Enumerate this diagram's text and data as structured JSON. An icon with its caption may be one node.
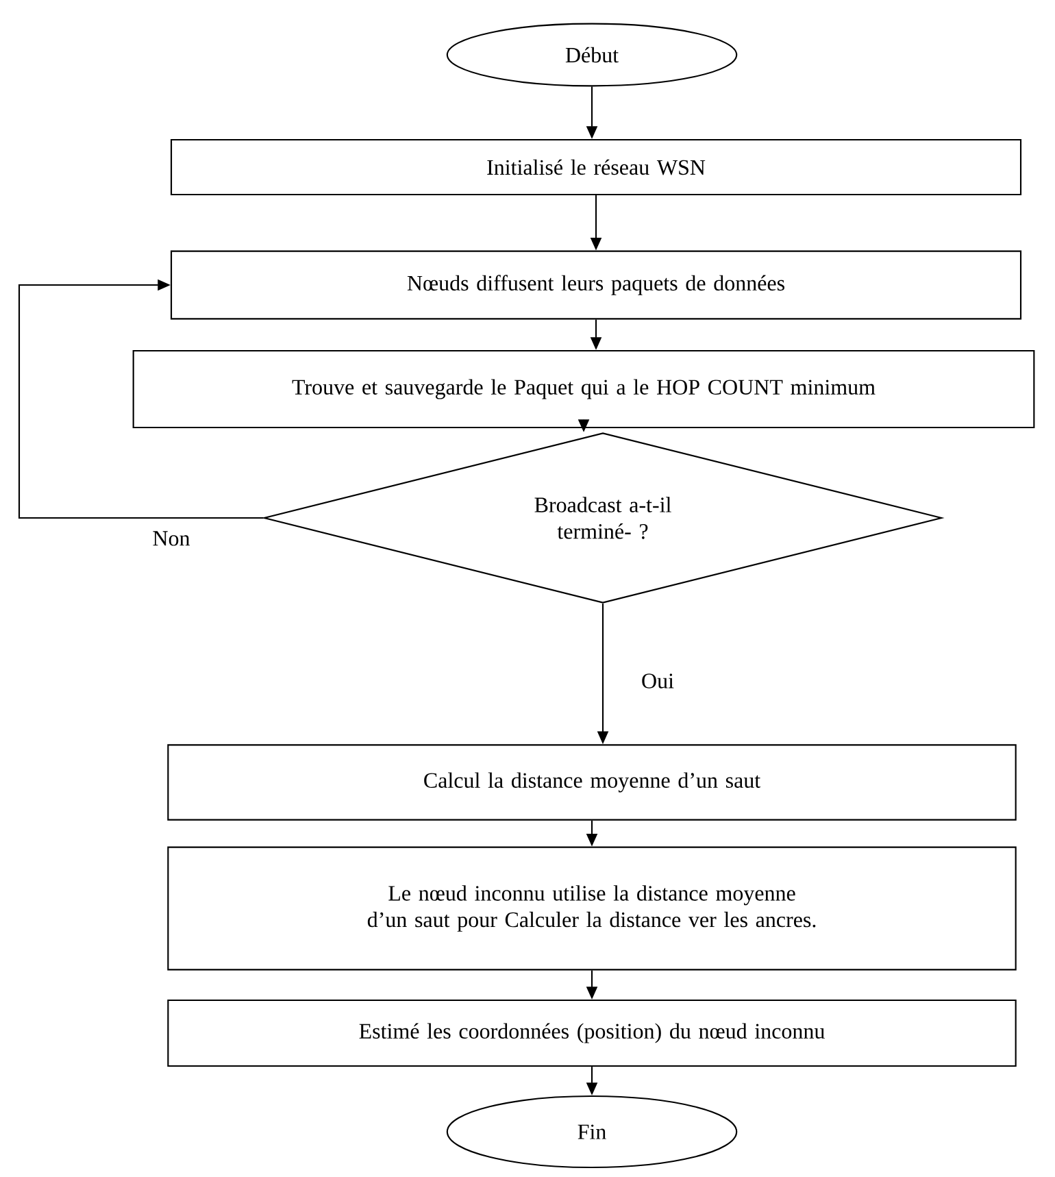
{
  "diagram": {
    "nodes": [
      {
        "text": [
          "Début"
        ]
      },
      {
        "text": [
          "Initialisé le réseau WSN"
        ]
      },
      {
        "text": [
          "Nœuds diffusent leurs paquets de données"
        ]
      },
      {
        "text": [
          "Trouve et sauvegarde le Paquet qui a le HOP COUNT minimum"
        ]
      },
      {
        "text": [
          "Broadcast a-t-il terminé- ?"
        ]
      },
      {
        "text": [
          "Calcul la distance moyenne d’un saut"
        ]
      },
      {
        "text": [
          "Le nœud inconnu utilise la distance moyenne d’un saut pour Calculer la distance ver les ancres."
        ]
      },
      {
        "text": [
          "Estimé les coordonnées (position) du nœud inconnu"
        ]
      },
      {
        "text": [
          "Fin"
        ]
      }
    ],
    "edges": [
      {
        "from": 0,
        "to": 1,
        "arrow": "to"
      },
      {
        "from": 1,
        "to": 2,
        "arrow": "to"
      },
      {
        "from": 2,
        "to": 3,
        "arrow": "to"
      },
      {
        "from": 3,
        "to": 4,
        "arrow": "to"
      },
      {
        "from": 4,
        "to": 2,
        "arrow": "to",
        "label": "Non"
      },
      {
        "from": 4,
        "to": 5,
        "arrow": "to",
        "label": "Oui"
      },
      {
        "from": 5,
        "to": 6,
        "arrow": "to"
      },
      {
        "from": 6,
        "to": 7,
        "arrow": "to"
      },
      {
        "from": 7,
        "to": 8,
        "arrow": "to"
      }
    ]
  }
}
